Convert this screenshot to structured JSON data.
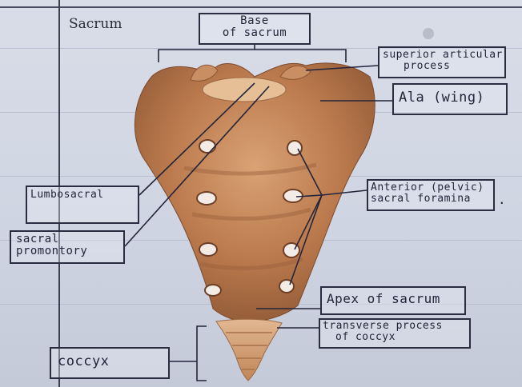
{
  "title": "Sacrum",
  "labels": {
    "base": {
      "line1": "Base",
      "line2": "of sacrum"
    },
    "superior_articular": {
      "line1": "superior articular",
      "line2": "process"
    },
    "ala": {
      "text": "Ala (wing)"
    },
    "anterior_foramina": {
      "line1": "Anterior (pelvic)",
      "line2": "sacral foramina",
      "trailing": "."
    },
    "lumbosacral": {
      "text": "Lumbosacral"
    },
    "sacral_promontory": {
      "line1": "sacral",
      "line2": "promontory"
    },
    "apex": {
      "text": "Apex of sacrum"
    },
    "transverse_process": {
      "line1": "transverse process",
      "line2": "of coccyx"
    },
    "coccyx": {
      "text": "coccyx"
    }
  },
  "colors": {
    "bone_base": "#b9764a",
    "bone_light": "#dca57a",
    "bone_dark": "#8d5634",
    "ink": "#23253a"
  }
}
